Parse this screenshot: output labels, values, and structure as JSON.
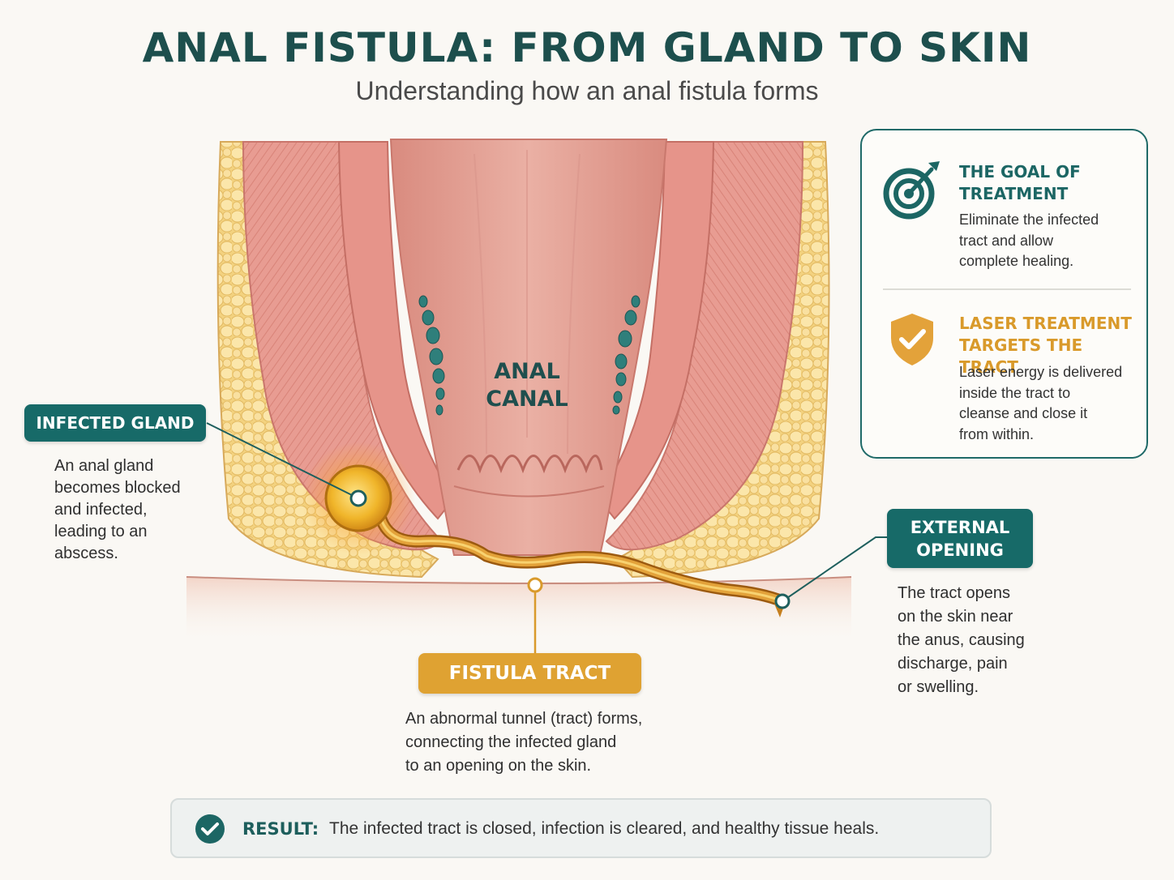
{
  "header": {
    "title": "ANAL FISTULA: FROM GLAND TO SKIN",
    "subtitle": "Understanding how an anal fistula forms"
  },
  "diagram": {
    "canal_label_line1": "ANAL",
    "canal_label_line2": "CANAL"
  },
  "callouts": {
    "infected_gland": {
      "label": "INFECTED GLAND",
      "lines": [
        "An anal gland",
        "becomes blocked",
        "and infected,",
        "leading to an",
        "abscess."
      ]
    },
    "fistula_tract": {
      "label": "FISTULA TRACT",
      "lines": [
        "An abnormal tunnel (tract) forms,",
        "connecting the infected gland",
        "to an opening on the skin."
      ]
    },
    "external_opening": {
      "label_line1": "EXTERNAL",
      "label_line2": "OPENING",
      "lines": [
        "The tract opens",
        "on the skin near",
        "the anus, causing",
        "discharge, pain",
        "or swelling."
      ]
    }
  },
  "side_card": {
    "goal": {
      "icon": "target-icon",
      "title_line1": "THE GOAL OF",
      "title_line2": "TREATMENT",
      "lines": [
        "Eliminate the infected",
        "tract and allow",
        "complete healing."
      ]
    },
    "laser": {
      "icon": "shield-check-icon",
      "title_line1": "LASER TREATMENT",
      "title_line2": "TARGETS THE TRACT",
      "lines": [
        "Laser energy is delivered",
        "inside the tract to",
        "cleanse and close it",
        "from within."
      ]
    }
  },
  "result": {
    "icon": "check-circle-icon",
    "label": "RESULT:",
    "text": "The infected tract is closed, infection is cleared, and healthy tissue heals."
  },
  "colors": {
    "teal": "#176a68",
    "gold": "#dfa232",
    "title": "#1d4f4d",
    "muscle": "#e8a098",
    "fat": "#f6dc96",
    "canal": "#e3a194",
    "tract": "#d9901f"
  }
}
